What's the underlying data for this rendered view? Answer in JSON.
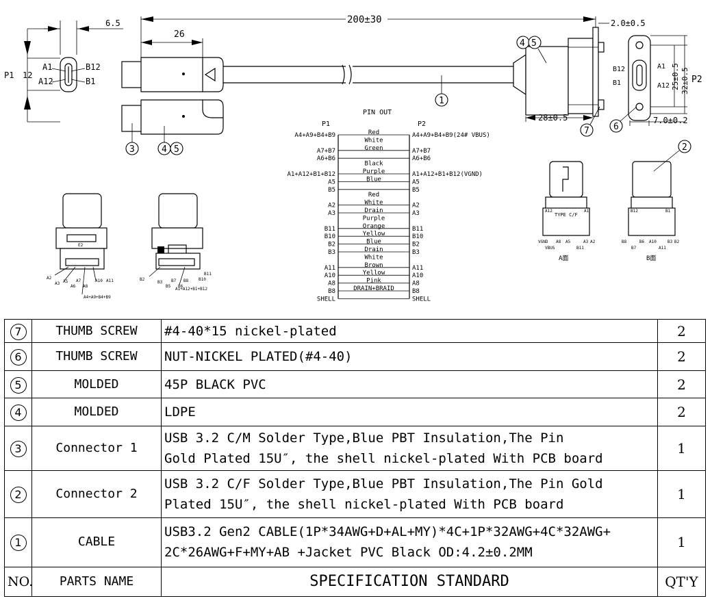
{
  "drawing": {
    "total_length": "200±30",
    "dim_6_5": "6.5",
    "dim_26": "26",
    "dim_p1": "P1",
    "dim_12": "12",
    "dim_2_0": "2.0±0.5",
    "dim_28": "28±0.5",
    "dim_7_0": "7.0±0.2",
    "dim_25": "25±0.5",
    "dim_32": "32±0.5",
    "dim_p2": "P2",
    "pin_a1": "A1",
    "pin_a12": "A12",
    "pin_b12": "B12",
    "pin_b1": "B1",
    "callout_1": "1",
    "callout_2": "2",
    "callout_3": "3",
    "callout_45": "45",
    "callout_6": "6",
    "callout_7": "7",
    "face_a": "A面",
    "face_b": "B面",
    "type_cf": "TYPE C/F",
    "e2": "E2",
    "vgnd": "VGND",
    "vbus": "VBUS",
    "left_bottom_label": "A4+A9+B4+B9",
    "left_bottom_label2": "A1+A12+B1+B12"
  },
  "pinout": {
    "title": "PIN OUT",
    "p1": "P1",
    "p2": "P2",
    "rows": [
      {
        "l": "A4+A9+B4+B9",
        "w": "Red",
        "r": "A4+A9+B4+B9(24# VBUS)"
      },
      {
        "l": "",
        "w": "White",
        "r": ""
      },
      {
        "l": "A7+B7",
        "w": "Green",
        "r": "A7+B7"
      },
      {
        "l": "A6+B6",
        "w": "",
        "r": "A6+B6"
      },
      {
        "l": "",
        "w": "Black",
        "r": ""
      },
      {
        "l": "A1+A12+B1+B12",
        "w": "Purple",
        "r": "A1+A12+B1+B12(VGND)"
      },
      {
        "l": "A5",
        "w": "Blue",
        "r": "A5"
      },
      {
        "l": "B5",
        "w": "",
        "r": "B5"
      },
      {
        "l": "",
        "w": "Red",
        "r": ""
      },
      {
        "l": "A2",
        "w": "White",
        "r": "A2"
      },
      {
        "l": "A3",
        "w": "Drain",
        "r": "A3"
      },
      {
        "l": "",
        "w": "Purple",
        "r": ""
      },
      {
        "l": "B11",
        "w": "Orange",
        "r": "B11"
      },
      {
        "l": "B10",
        "w": "Yellow",
        "r": "B10"
      },
      {
        "l": "B2",
        "w": "Blue",
        "r": "B2"
      },
      {
        "l": "B3",
        "w": "Drain",
        "r": "B3"
      },
      {
        "l": "",
        "w": "White",
        "r": ""
      },
      {
        "l": "A11",
        "w": "Brown",
        "r": "A11"
      },
      {
        "l": "A10",
        "w": "Yellow",
        "r": "A10"
      },
      {
        "l": "A8",
        "w": "Pink",
        "r": "A8"
      },
      {
        "l": "B8",
        "w": "DRAIN+BRAID",
        "r": "B8"
      },
      {
        "l": "SHELL",
        "w": "",
        "r": "SHELL"
      }
    ]
  },
  "bom": {
    "rows": [
      {
        "no": "7",
        "name": "THUMB SCREW",
        "spec1": "#4-40*15 nickel-plated",
        "spec2": "",
        "qty": "2"
      },
      {
        "no": "6",
        "name": "THUMB SCREW",
        "spec1": "NUT-NICKEL PLATED(#4-40)",
        "spec2": "",
        "qty": "2"
      },
      {
        "no": "5",
        "name": "MOLDED",
        "spec1": "45P BLACK PVC",
        "spec2": "",
        "qty": "2"
      },
      {
        "no": "4",
        "name": "MOLDED",
        "spec1": "LDPE",
        "spec2": "",
        "qty": "2"
      },
      {
        "no": "3",
        "name": "Connector 1",
        "spec1": "USB 3.2 C/M Solder Type,Blue PBT Insulation,The Pin",
        "spec2": "Gold Plated 15U″, the shell nickel-plated With PCB board",
        "qty": "1"
      },
      {
        "no": "2",
        "name": "Connector 2",
        "spec1": "USB 3.2 C/F Solder Type,Blue PBT Insulation,The Pin Gold",
        "spec2": "Plated 15U″, the shell nickel-plated With PCB board",
        "qty": "1"
      },
      {
        "no": "1",
        "name": "CABLE",
        "spec1": "USB3.2 Gen2 CABLE(1P*34AWG+D+AL+MY)*4C+1P*32AWG+4C*32AWG+",
        "spec2": "2C*26AWG+F+MY+AB +Jacket PVC Black OD:4.2±0.2MM",
        "qty": "1"
      }
    ],
    "header": {
      "no": "NO.",
      "name": "PARTS NAME",
      "spec": "SPECIFICATION STANDARD",
      "qty": "QT'Y"
    }
  }
}
